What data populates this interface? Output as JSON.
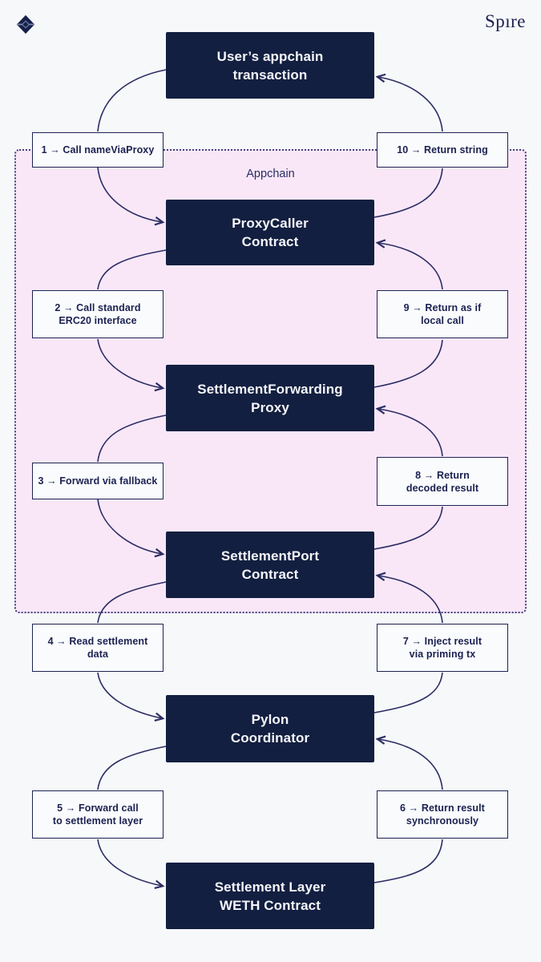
{
  "header": {
    "brand": "Spıre",
    "logo_icon": "spire-diamond-logo"
  },
  "region": {
    "label": "Appchain"
  },
  "nodes": [
    {
      "id": "user-appchain-transaction",
      "line1": "User’s appchain",
      "line2": "transaction"
    },
    {
      "id": "proxycaller-contract",
      "line1": "ProxyCaller",
      "line2": "Contract"
    },
    {
      "id": "settlement-forwarding-proxy",
      "line1": "SettlementForwarding",
      "line2": "Proxy"
    },
    {
      "id": "settlement-port-contract",
      "line1": "SettlementPort",
      "line2": "Contract"
    },
    {
      "id": "pylon-coordinator",
      "line1": "Pylon",
      "line2": "Coordinator"
    },
    {
      "id": "settlement-layer-weth-contract",
      "line1": "Settlement Layer",
      "line2": "WETH Contract"
    }
  ],
  "steps": [
    {
      "num": 1,
      "side": "left",
      "line1": "1 → Call nameViaProxy",
      "line2": "",
      "from": "user-appchain-transaction",
      "to": "proxycaller-contract"
    },
    {
      "num": 2,
      "side": "left",
      "line1": "2 → Call standard",
      "line2": "ERC20 interface",
      "from": "proxycaller-contract",
      "to": "settlement-forwarding-proxy"
    },
    {
      "num": 3,
      "side": "left",
      "line1": "3 → Forward via fallback",
      "line2": "",
      "from": "settlement-forwarding-proxy",
      "to": "settlement-port-contract"
    },
    {
      "num": 4,
      "side": "left",
      "line1": "4 → Read settlement",
      "line2": "data",
      "from": "settlement-port-contract",
      "to": "pylon-coordinator"
    },
    {
      "num": 5,
      "side": "left",
      "line1": "5 → Forward call",
      "line2": "to settlement layer",
      "from": "pylon-coordinator",
      "to": "settlement-layer-weth-contract"
    },
    {
      "num": 6,
      "side": "right",
      "line1": "6 → Return result",
      "line2": "synchronously",
      "from": "settlement-layer-weth-contract",
      "to": "pylon-coordinator"
    },
    {
      "num": 7,
      "side": "right",
      "line1": "7 → Inject result",
      "line2": "via priming tx",
      "from": "pylon-coordinator",
      "to": "settlement-port-contract"
    },
    {
      "num": 8,
      "side": "right",
      "line1": "8 → Return",
      "line2": "decoded result",
      "from": "settlement-port-contract",
      "to": "settlement-forwarding-proxy"
    },
    {
      "num": 9,
      "side": "right",
      "line1": "9 → Return as if",
      "line2": "local call",
      "from": "settlement-forwarding-proxy",
      "to": "proxycaller-contract"
    },
    {
      "num": 10,
      "side": "right",
      "line1": "10 → Return string",
      "line2": "",
      "from": "proxycaller-contract",
      "to": "user-appchain-transaction"
    }
  ],
  "colors": {
    "background": "#f7f8fa",
    "node_fill": "#131f40",
    "node_text": "#f4f5f9",
    "step_text": "#1b2150",
    "step_border": "#1d2352",
    "step_fill": "#fafbfd",
    "region_fill": "#f9e7f8",
    "region_border": "#433f7d",
    "arrow": "#2b2d63",
    "brand_text": "#1b2150"
  }
}
